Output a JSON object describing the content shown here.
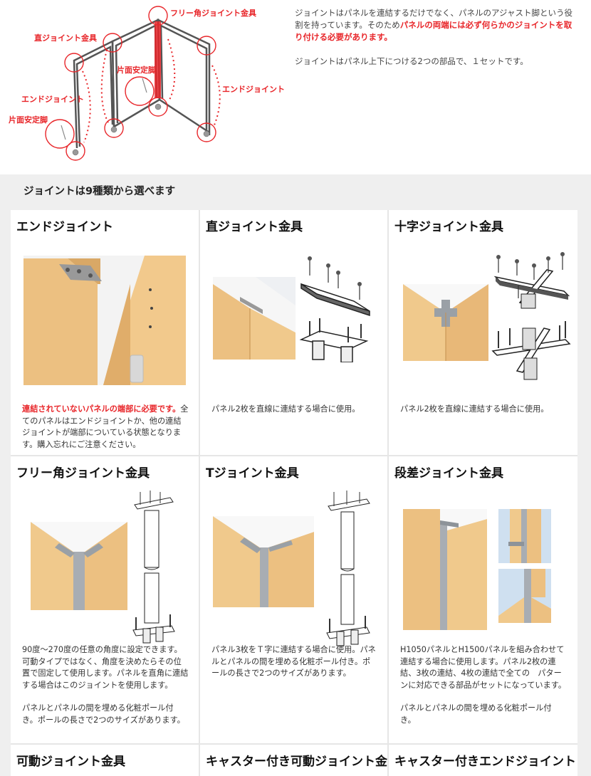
{
  "diagram": {
    "labels": {
      "free_angle": "フリー角ジョイント金具",
      "straight": "直ジョイント金具",
      "one_side_leg_center": "片面安定脚",
      "end_joint_left": "エンドジョイント",
      "end_joint_right": "エンドジョイント",
      "one_side_leg_left": "片面安定脚"
    }
  },
  "intro": {
    "line1": "ジョイントはパネルを連結するだけでなく、パネルのアジャスト脚という役割を持っています。そのため",
    "line1_red": "パネルの両端には必ず何らかのジョイントを取り付ける必要があります。",
    "line2": "ジョイントはパネル上下につける2つの部品で、１セットです。"
  },
  "section_title": "ジョイントは9種類から選べます",
  "joints": [
    {
      "title": "エンドジョイント",
      "desc_red": "連結されていないパネルの端部に必要です。",
      "desc": "全てのパネルはエンドジョイントか、他の連結ジョイントが端部についている状態となります。購入忘れにご注意ください。"
    },
    {
      "title": "直ジョイント金具",
      "desc": "パネル2枚を直線に連結する場合に使用。"
    },
    {
      "title": "十字ジョイント金具",
      "desc": "パネル2枚を直線に連結する場合に使用。"
    },
    {
      "title": "フリー角ジョイント金具",
      "desc": "90度～270度の任意の角度に設定できます。可動タイプではなく、角度を決めたらその位置で固定して使用します。パネルを直角に連結する場合はこのジョイントを使用します。",
      "desc2": "パネルとパネルの間を埋める化粧ポール付き。ポールの長さで2つのサイズがあります。"
    },
    {
      "title": "Tジョイント金具",
      "desc": "パネル3枚をＴ字に連結する場合に使用。パネルとパネルの間を埋める化粧ポール付き。ポールの長さで2つのサイズがあります。"
    },
    {
      "title": "段差ジョイント金具",
      "desc": "H1050パネルとH1500パネルを組み合わせて連結する場合に使用します。パネル2枚の連結、3枚の連結、4枚の連結で全ての　パターンに対応できる部品がセットになっています。",
      "desc2": "パネルとパネルの間を埋める化粧ポール付き。"
    },
    {
      "title": "可動ジョイント金具"
    },
    {
      "title": "キャスター付き可動ジョイント金具"
    },
    {
      "title": "キャスター付きエンドジョイント"
    }
  ],
  "colors": {
    "accent_red": "#e8262a",
    "wood": "#f0c487",
    "metal": "#4a4a4a"
  }
}
